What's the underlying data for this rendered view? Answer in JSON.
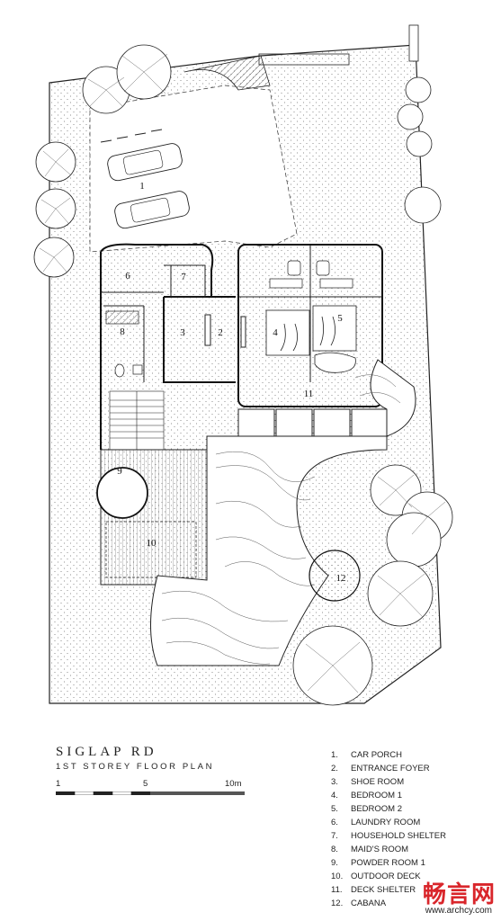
{
  "title": {
    "site_name": "SIGLAP RD",
    "plan_name": "1ST STOREY FLOOR PLAN"
  },
  "scale": {
    "ticks": [
      "1",
      "5",
      "10m"
    ]
  },
  "legend": [
    {
      "num": "1.",
      "label": "CAR PORCH"
    },
    {
      "num": "2.",
      "label": "ENTRANCE FOYER"
    },
    {
      "num": "3.",
      "label": "SHOE ROOM"
    },
    {
      "num": "4.",
      "label": "BEDROOM 1"
    },
    {
      "num": "5.",
      "label": "BEDROOM 2"
    },
    {
      "num": "6.",
      "label": "LAUNDRY ROOM"
    },
    {
      "num": "7.",
      "label": "HOUSEHOLD SHELTER"
    },
    {
      "num": "8.",
      "label": "MAID'S ROOM"
    },
    {
      "num": "9.",
      "label": "POWDER ROOM 1"
    },
    {
      "num": "10.",
      "label": "OUTDOOR DECK"
    },
    {
      "num": "11.",
      "label": "DECK SHELTER"
    },
    {
      "num": "12.",
      "label": "CABANA"
    }
  ],
  "room_numbers": [
    "1",
    "2",
    "3",
    "4",
    "5",
    "6",
    "7",
    "8",
    "9",
    "10",
    "11",
    "12"
  ],
  "watermark": {
    "logo": "畅言网",
    "url": "www.archcy.com"
  },
  "colors": {
    "line": "#1a1a1a",
    "watermark": "#d9262b"
  }
}
